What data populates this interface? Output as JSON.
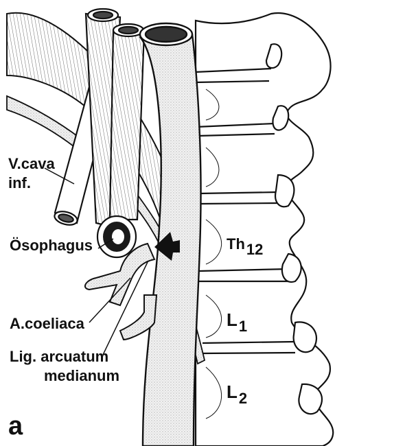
{
  "labels": {
    "v_cava_line1": "V.cava",
    "v_cava_line2": "inf.",
    "oesophagus": "Ösophagus",
    "a_coeliaca": "A.coeliaca",
    "lig_line1": "Lig. arcuatum",
    "lig_line2": "medianum",
    "th_prefix": "Th",
    "th_num": "12",
    "l1_prefix": "L",
    "l1_num": "1",
    "l2_prefix": "L",
    "l2_num": "2",
    "panel": "a"
  },
  "colors": {
    "ink": "#111111",
    "vessel_fill": "#e6e6e6",
    "background": "#ffffff"
  }
}
